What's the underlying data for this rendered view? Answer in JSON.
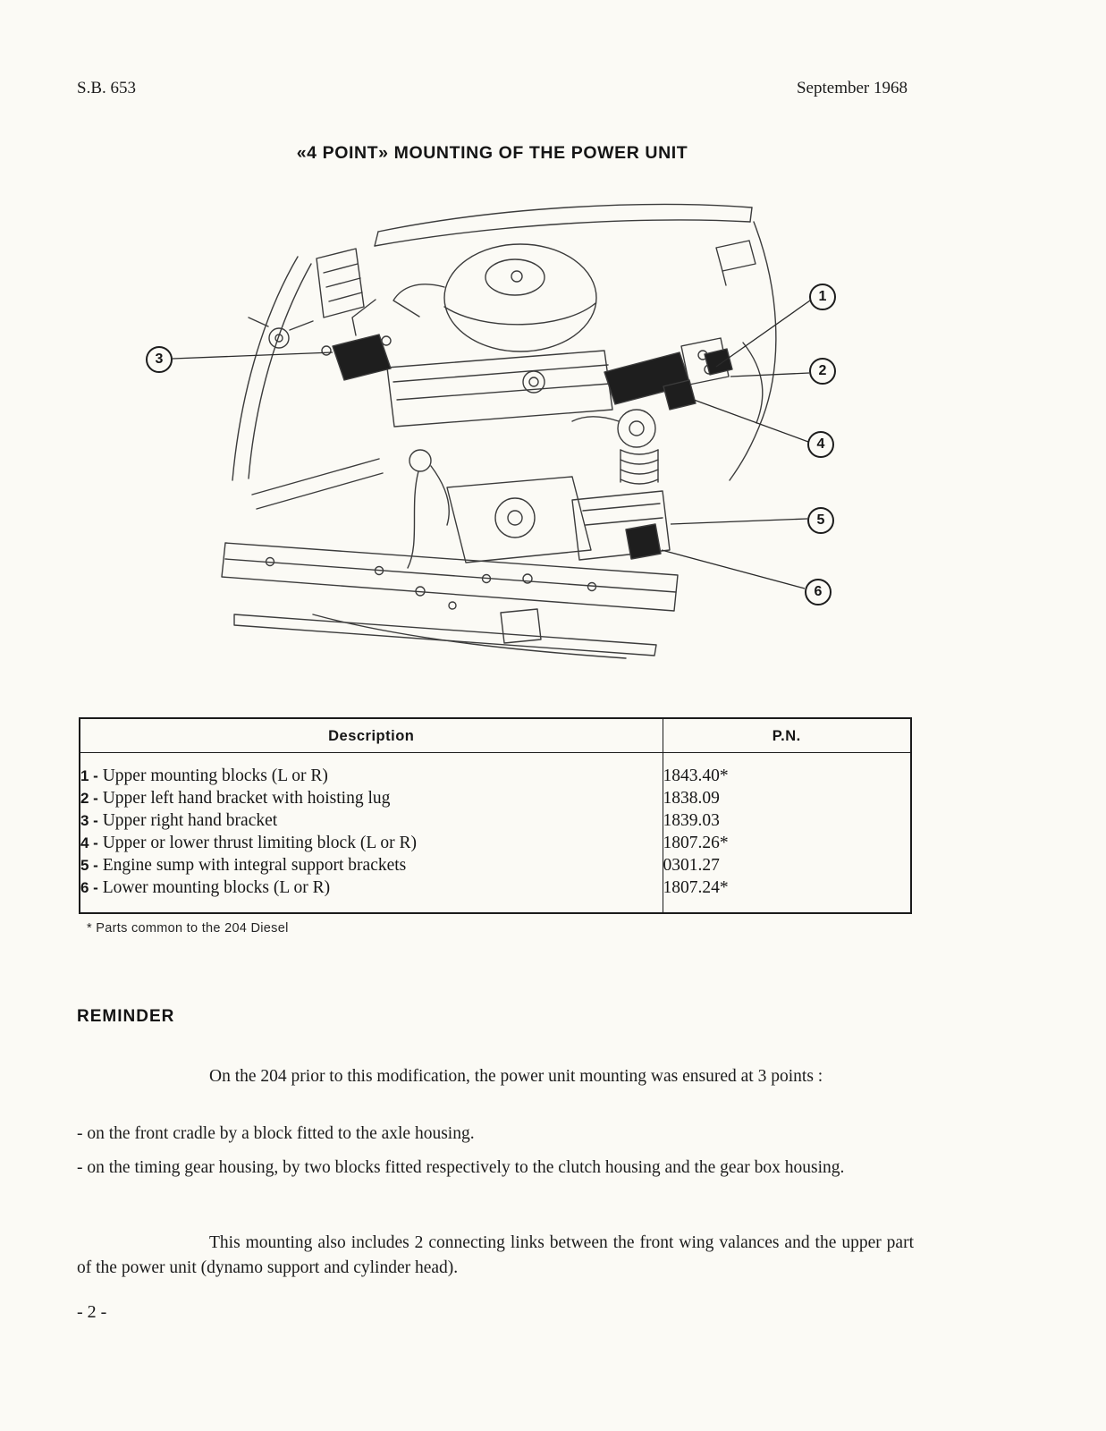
{
  "page": {
    "header_left": "S.B. 653",
    "header_right": "September 1968",
    "title": "«4 POINT» MOUNTING OF THE POWER UNIT",
    "page_number": "- 2 -"
  },
  "figure": {
    "callouts": [
      "1",
      "2",
      "3",
      "4",
      "5",
      "6"
    ]
  },
  "parts_table": {
    "headers": {
      "description": "Description",
      "pn": "P.N."
    },
    "rows": [
      {
        "num": "1 -",
        "description": "Upper mounting blocks (L or R)",
        "pn": "1843.40*"
      },
      {
        "num": "2 -",
        "description": "Upper left hand bracket with hoisting lug",
        "pn": "1838.09"
      },
      {
        "num": "3 -",
        "description": "Upper right hand bracket",
        "pn": "1839.03"
      },
      {
        "num": "4 -",
        "description": "Upper or lower thrust limiting block (L or R)",
        "pn": "1807.26*"
      },
      {
        "num": "5 -",
        "description": "Engine sump with integral support brackets",
        "pn": "0301.27"
      },
      {
        "num": "6 -",
        "description": "Lower mounting blocks (L or R)",
        "pn": "1807.24*"
      }
    ],
    "footnote": "* Parts common to the 204 Diesel"
  },
  "reminder": {
    "heading": "REMINDER",
    "para1": "On the 204 prior to this modification, the power unit mounting was ensured at 3 points :",
    "bullets": [
      "- on the front cradle by a block fitted to the axle housing.",
      "- on the timing gear housing, by two blocks fitted respectively to the clutch housing and the gear box housing."
    ],
    "para2": "This mounting also includes 2 connecting links between the front wing valances and the upper part of the power unit (dynamo support and cylinder head)."
  }
}
